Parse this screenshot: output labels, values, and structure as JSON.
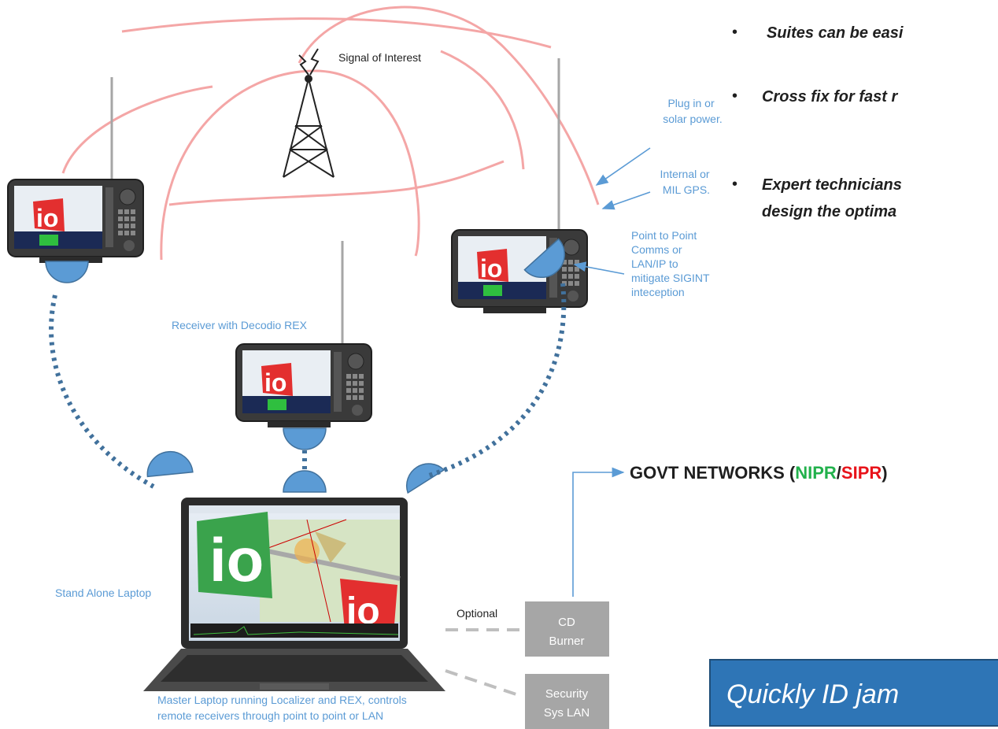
{
  "bullets": [
    "Suites can be easi",
    "Cross fix for fast r",
    "Expert technicians",
    "design the optima"
  ],
  "signal_label": "Signal of Interest",
  "power_label": [
    "Plug in or",
    "solar power."
  ],
  "gps_label": [
    "Internal or",
    "MIL GPS."
  ],
  "comms_label": [
    "Point to Point",
    "Comms or",
    "LAN/IP to",
    "mitigate SIGINT",
    "inteception"
  ],
  "receiver_label": "Receiver with Decodio REX",
  "standalone_label": "Stand Alone Laptop",
  "master_label": [
    "Master Laptop running Localizer and REX, controls",
    "remote receivers through point to point or LAN"
  ],
  "optional_label": "Optional",
  "cd_burner": [
    "CD",
    "Burner"
  ],
  "security_lan": [
    "Security",
    "Sys LAN"
  ],
  "govt": {
    "prefix": "GOVT NETWORKS (",
    "nipr": "NIPR",
    "slash": "/",
    "sipr": "SIPR",
    "suffix": ")"
  },
  "banner": "Quickly ID jam",
  "device_logo": "io",
  "colors": {
    "accent_blue": "#5b9bd5",
    "arc_red": "#f4a6a6",
    "nipr_green": "#22b14c",
    "sipr_red": "#e8131a",
    "box_gray": "#a6a6a6",
    "banner_blue": "#2e75b6"
  }
}
